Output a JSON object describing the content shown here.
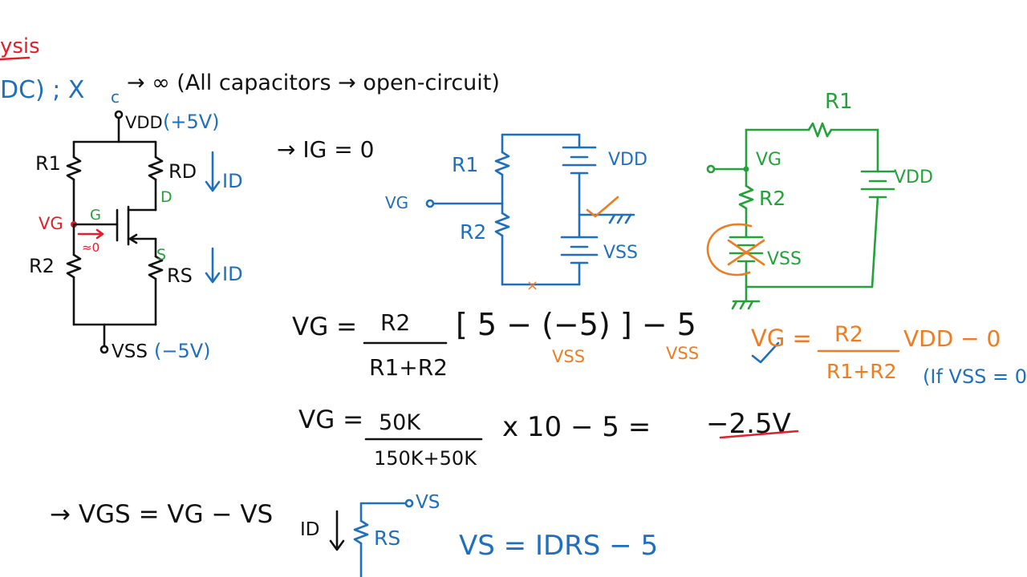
{
  "header": {
    "title_fragment": "ysis",
    "dc_condition": "DC) ; X",
    "xc_subscript": "c",
    "dc_condition_tail": "→ ∞ (All capacitors → open-circuit)"
  },
  "circuit_main": {
    "vdd": "VDD",
    "vdd_value": "(+5V)",
    "vss": "VSS",
    "vss_value": "(−5V)",
    "r1": "R1",
    "r2": "R2",
    "rd": "RD",
    "rs": "RS",
    "vg": "VG",
    "gate": "G",
    "drain": "D",
    "source": "S",
    "gate_current": "≈0",
    "id_label_top": "ID",
    "id_label_bottom": "ID"
  },
  "note_ig": "→ IG = 0",
  "circuit_blue": {
    "r1": "R1",
    "r2": "R2",
    "vg": "VG",
    "vdd": "VDD",
    "vss": "VSS",
    "cross": "×"
  },
  "circuit_green": {
    "r1": "R1",
    "r2": "R2",
    "vg": "VG",
    "vdd": "VDD",
    "vss": "VSS"
  },
  "eq1": {
    "lhs": "VG =",
    "numerator": "R2",
    "denominator": "R1+R2",
    "bracket_expr": "[ 5 − (−5) ] − 5",
    "vss_note_1": "VSS",
    "vss_note_2": "VSS"
  },
  "eq_orange": {
    "lhs": "VG =",
    "numerator": "R2",
    "denominator": "R1+R2",
    "rhs": "VDD − 0",
    "condition": "(If VSS = 0"
  },
  "eq2": {
    "lhs": "VG =",
    "numerator": "50K",
    "denominator": "150K+50K",
    "rhs": "x 10 − 5 =",
    "result": "−2.5V"
  },
  "eq_vgs": "→ VGS = VG − VS",
  "source_sketch": {
    "id": "ID",
    "rs": "RS",
    "vs": "VS"
  },
  "eq_vs": "VS = IDRS − 5"
}
